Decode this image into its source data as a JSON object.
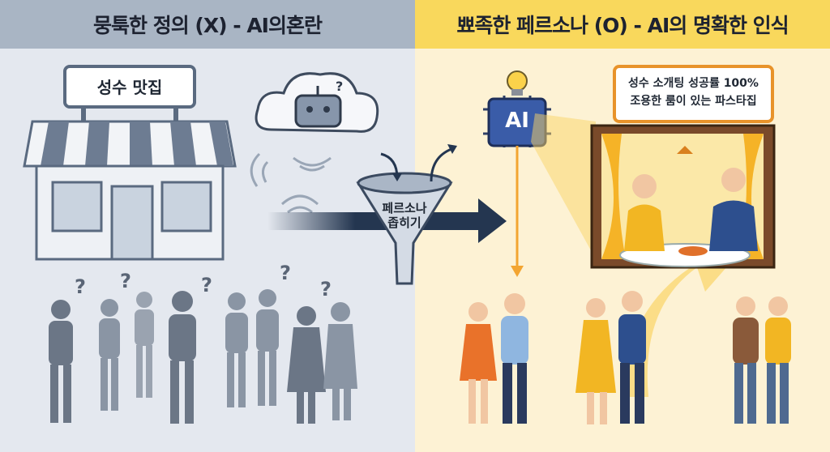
{
  "left": {
    "title": "뭉툭한 정의 (X) - AI의혼란",
    "store_sign": "성수 맛집"
  },
  "center": {
    "funnel_label_line1": "페르소나",
    "funnel_label_line2": "좁히기"
  },
  "right": {
    "title": "뾰족한 페르소나 (O) - AI의 명확한 인식",
    "chip_label": "AI",
    "sign_line1": "성수 소개팅 성공률 100%",
    "sign_line2": "조용한 룸이 있는 파스타집"
  },
  "colors": {
    "left_bg": "#e4e8ef",
    "left_header": "#a9b5c4",
    "right_bg": "#fdf2d4",
    "right_header": "#f9d85c",
    "accent": "#f3a531",
    "navy": "#243650"
  }
}
